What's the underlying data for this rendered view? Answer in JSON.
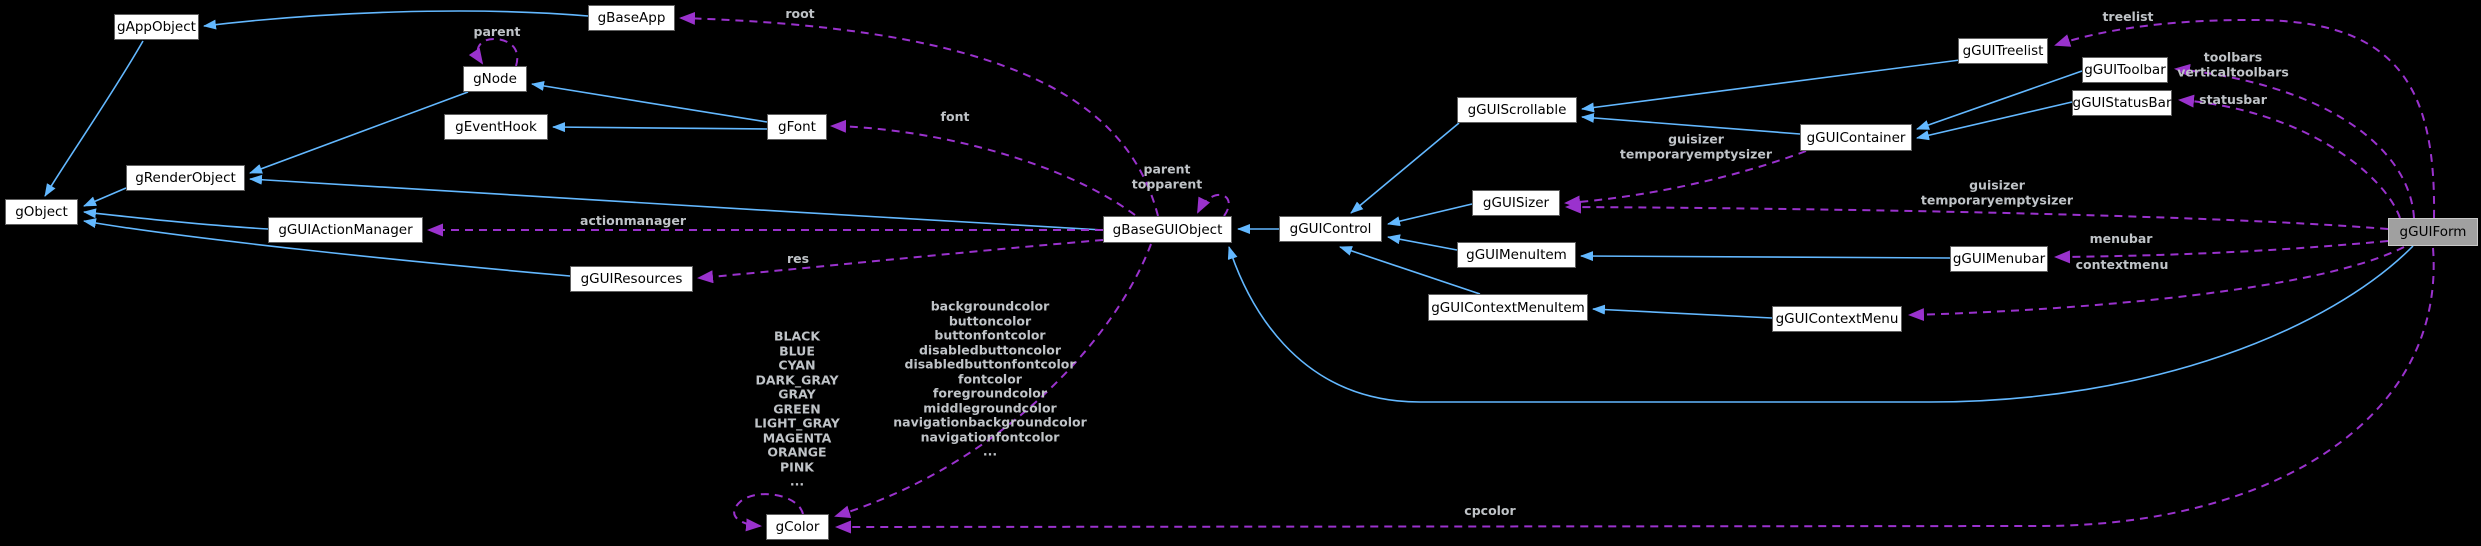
{
  "palette": {
    "background": "#000000",
    "node_fill": "#ffffff",
    "node_border": "#606060",
    "node_text": "#000000",
    "highlight_fill": "#a0a0a0",
    "highlight_border": "#c9c9c9",
    "inheritance_edge": "#63b8ff",
    "usage_edge": "#9a32cd",
    "edge_label_text": "#bfc3c7"
  },
  "nodes": {
    "gObject": {
      "label": "gObject"
    },
    "gAppObject": {
      "label": "gAppObject"
    },
    "gRenderObject": {
      "label": "gRenderObject"
    },
    "gGUIActionManager": {
      "label": "gGUIActionManager"
    },
    "gNode": {
      "label": "gNode"
    },
    "gEventHook": {
      "label": "gEventHook"
    },
    "gBaseApp": {
      "label": "gBaseApp"
    },
    "gGUIResources": {
      "label": "gGUIResources"
    },
    "gFont": {
      "label": "gFont"
    },
    "gColor": {
      "label": "gColor"
    },
    "gBaseGUIObject": {
      "label": "gBaseGUIObject"
    },
    "gGUIControl": {
      "label": "gGUIControl"
    },
    "gGUIScrollable": {
      "label": "gGUIScrollable"
    },
    "gGUISizer": {
      "label": "gGUISizer"
    },
    "gGUIMenuItem": {
      "label": "gGUIMenuItem"
    },
    "gGUIContextMenuItem": {
      "label": "gGUIContextMenuItem"
    },
    "gGUIContainer": {
      "label": "gGUIContainer"
    },
    "gGUIContextMenu": {
      "label": "gGUIContextMenu"
    },
    "gGUITreelist": {
      "label": "gGUITreelist"
    },
    "gGUIToolbar": {
      "label": "gGUIToolbar"
    },
    "gGUIStatusBar": {
      "label": "gGUIStatusBar"
    },
    "gGUIMenubar": {
      "label": "gGUIMenubar"
    },
    "gGUIForm": {
      "label": "gGUIForm"
    }
  },
  "edge_labels": {
    "parent": "parent",
    "root": "root",
    "font": "font",
    "parent_topparent": [
      "parent",
      "topparent"
    ],
    "actionmanager": "actionmanager",
    "res": "res",
    "container_guisizer": [
      "guisizer",
      "temporaryemptysizer"
    ],
    "form_guisizer": [
      "guisizer",
      "temporaryemptysizer"
    ],
    "treelist": "treelist",
    "toolbars": [
      "toolbars",
      "verticaltoolbars"
    ],
    "statusbar": "statusbar",
    "menubar": "menubar",
    "contextmenu": "contextmenu",
    "cpcolor": "cpcolor",
    "gui_colors": [
      "backgroundcolor",
      "buttoncolor",
      "buttonfontcolor",
      "disabledbuttoncolor",
      "disabledbuttonfontcolor",
      "fontcolor",
      "foregroundcolor",
      "middlegroundcolor",
      "navigationbackgroundcolor",
      "navigationfontcolor",
      "..."
    ],
    "color_constants": [
      "BLACK",
      "BLUE",
      "CYAN",
      "DARK_GRAY",
      "GRAY",
      "GREEN",
      "LIGHT_GRAY",
      "MAGENTA",
      "ORANGE",
      "PINK",
      "..."
    ]
  }
}
